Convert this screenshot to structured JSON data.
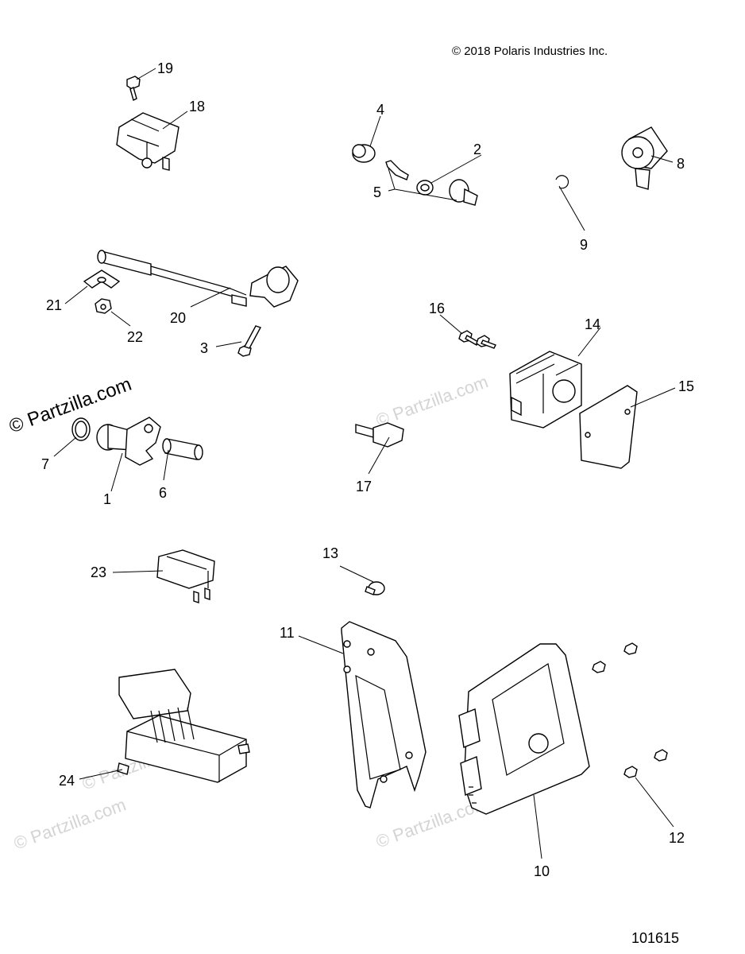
{
  "copyright": "© 2018 Polaris Industries Inc.",
  "diagram_number": "101615",
  "watermark": "© Partzilla.com",
  "callouts": [
    "1",
    "2",
    "3",
    "4",
    "5",
    "6",
    "7",
    "8",
    "9",
    "10",
    "11",
    "12",
    "13",
    "14",
    "15",
    "16",
    "17",
    "18",
    "19",
    "20",
    "21",
    "22",
    "23",
    "24"
  ]
}
